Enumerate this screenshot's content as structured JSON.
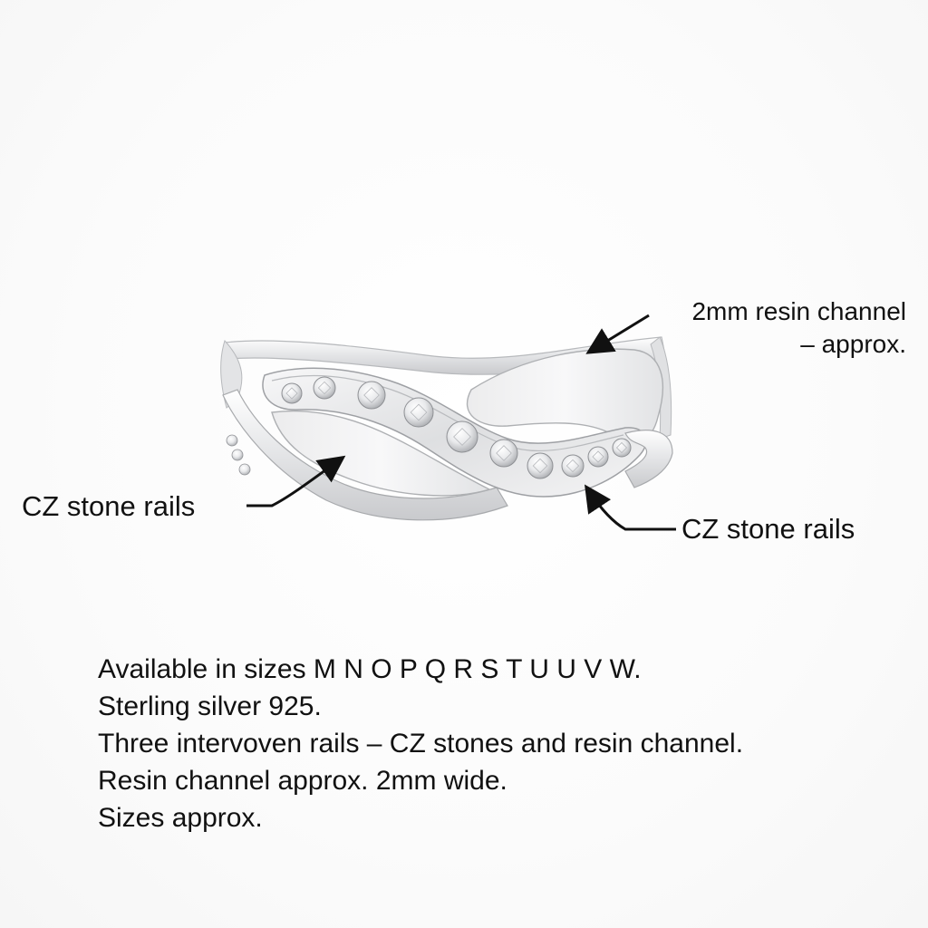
{
  "product": {
    "type": "ring",
    "material_color": "#d9dadc",
    "stone_color": "#f2f3f5",
    "background": "#ffffff"
  },
  "callouts": {
    "resin_channel": {
      "line1": "2mm resin channel",
      "line2": "– approx."
    },
    "cz_left": "CZ stone rails",
    "cz_right": "CZ stone rails",
    "arrow_color": "#111111"
  },
  "description": [
    "Available in sizes M N O P Q R S T U U V W.",
    "Sterling silver 925.",
    "Three intervoven rails – CZ stones and resin channel.",
    "Resin channel approx. 2mm wide.",
    "Sizes approx."
  ],
  "icons": {
    "arrow": "arrow-icon",
    "ring": "ring-illustration"
  }
}
